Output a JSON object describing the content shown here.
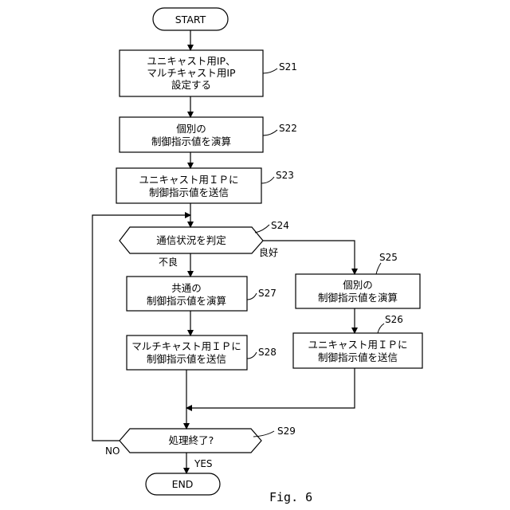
{
  "figure_label": "Fig. 6",
  "terminals": {
    "start": "START",
    "end": "END"
  },
  "steps": {
    "s21": {
      "id": "S21",
      "lines": [
        "ユニキャスト用IP、",
        "マルチキャスト用IP",
        "設定する"
      ]
    },
    "s22": {
      "id": "S22",
      "lines": [
        "個別の",
        "制御指示値を演算"
      ]
    },
    "s23": {
      "id": "S23",
      "lines": [
        "ユニキャスト用ＩＰに",
        "制御指示値を送信"
      ]
    },
    "s24": {
      "id": "S24",
      "lines": [
        "通信状況を判定"
      ]
    },
    "s25": {
      "id": "S25",
      "lines": [
        "個別の",
        "制御指示値を演算"
      ]
    },
    "s26": {
      "id": "S26",
      "lines": [
        "ユニキャスト用ＩＰに",
        "制御指示値を送信"
      ]
    },
    "s27": {
      "id": "S27",
      "lines": [
        "共通の",
        "制御指示値を演算"
      ]
    },
    "s28": {
      "id": "S28",
      "lines": [
        "マルチキャスト用ＩＰに",
        "制御指示値を送信"
      ]
    },
    "s29": {
      "id": "S29",
      "lines": [
        "処理終了?"
      ]
    }
  },
  "branch_labels": {
    "good": "良好",
    "bad": "不良",
    "no": "NO",
    "yes": "YES"
  }
}
